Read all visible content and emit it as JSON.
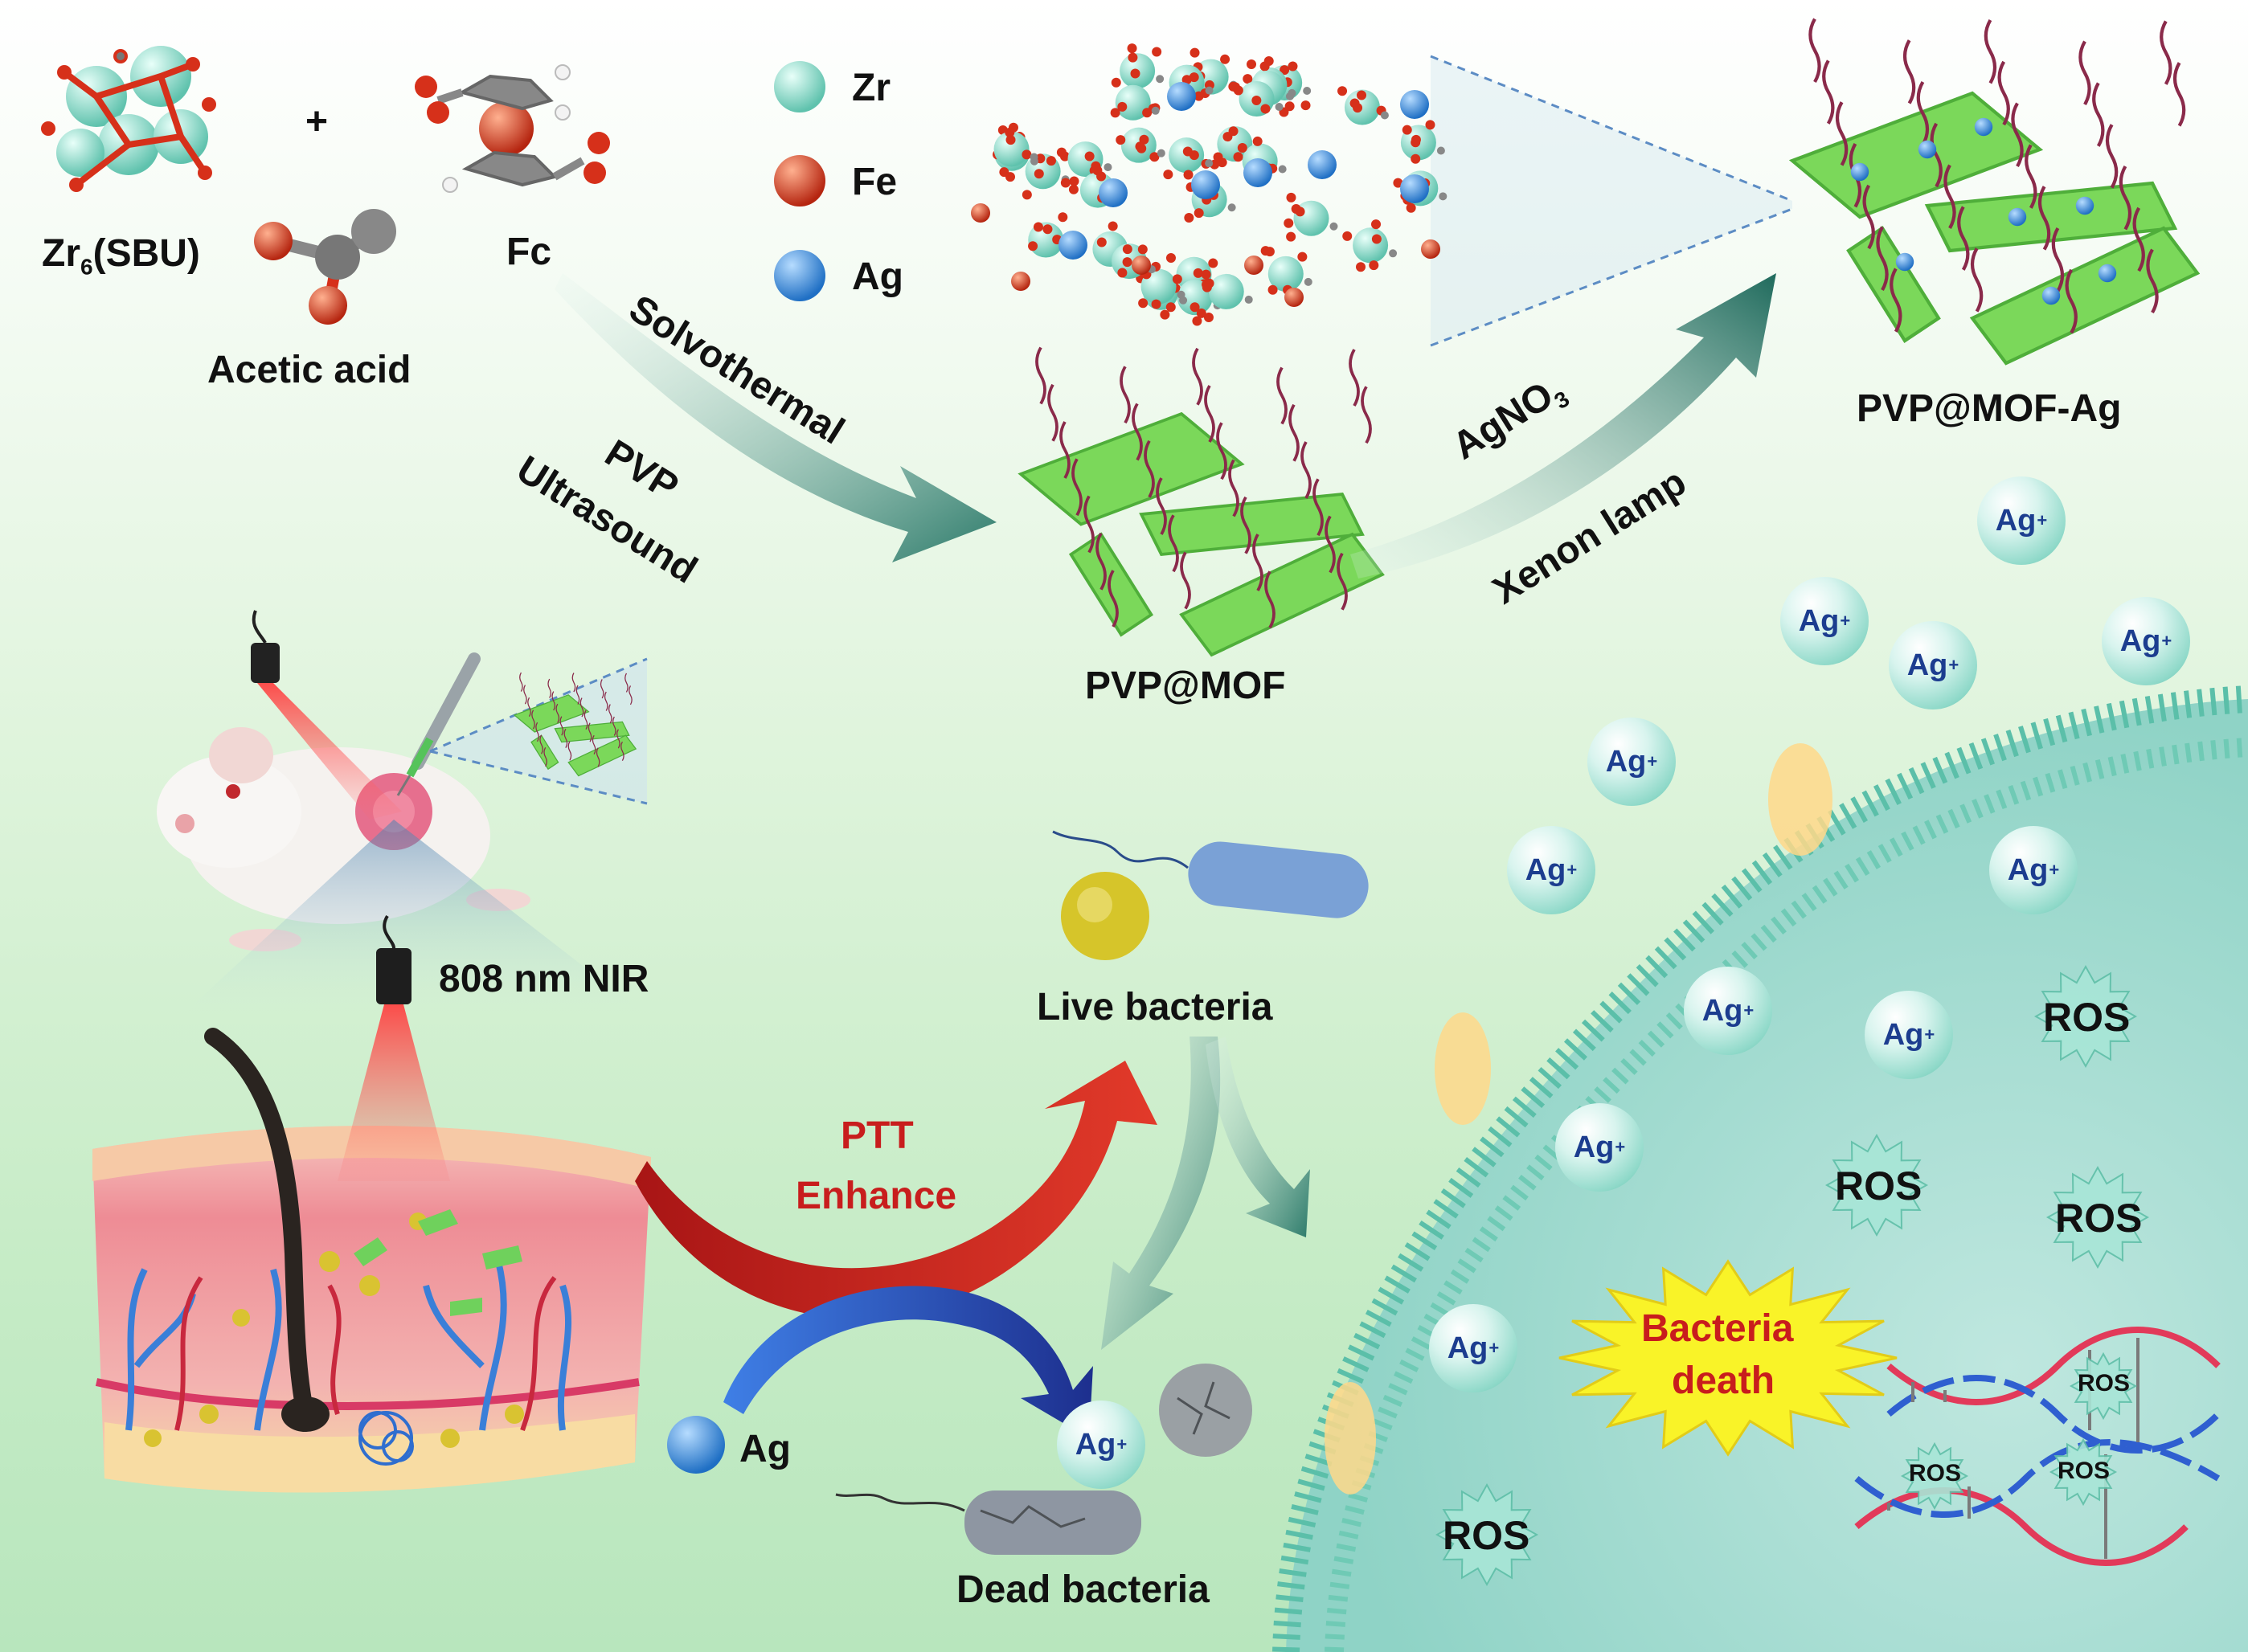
{
  "legend": {
    "zr": "Zr",
    "fe": "Fe",
    "ag": "Ag",
    "colors": {
      "zr": "#8fe0cf",
      "fe": "#d6381e",
      "ag": "#3d8fe0"
    }
  },
  "reagents": {
    "sbu": "Zr",
    "sbu_sub": "6",
    "sbu_suffix": "(SBU)",
    "plus": "+",
    "fc": "Fc",
    "acetic": "Acetic acid"
  },
  "steps": {
    "solvothermal": "Solvothermal",
    "pvp": "PVP",
    "ultrasound": "Ultrasound",
    "agno3_main": "AgNO",
    "agno3_sub": "3",
    "xenon": "Xenon lamp"
  },
  "products": {
    "pvp_mof": "PVP@MOF",
    "pvp_mof_ag": "PVP@MOF-Ag"
  },
  "treatment": {
    "nir": "808 nm NIR",
    "ptt_line1": "PTT",
    "ptt_line2": "Enhance",
    "ag": "Ag",
    "live": "Live bacteria",
    "dead": "Dead bacteria"
  },
  "ions": {
    "ag_ion": "Ag",
    "ag_charge": "+",
    "ros": "ROS"
  },
  "death_burst": {
    "line1": "Bacteria",
    "line2": "death"
  }
}
